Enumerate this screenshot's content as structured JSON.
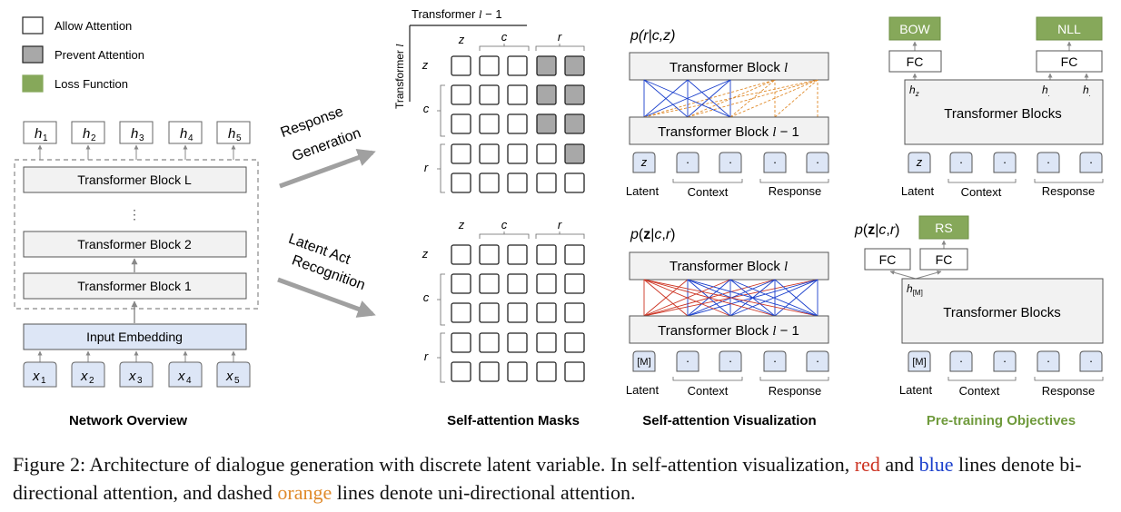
{
  "legend": {
    "allow": "Allow Attention",
    "prevent": "Prevent Attention",
    "loss": "Loss Function"
  },
  "network": {
    "outputs": [
      "h1",
      "h2",
      "h3",
      "h4",
      "h5"
    ],
    "inputs": [
      "x1",
      "x2",
      "x3",
      "x4",
      "x5"
    ],
    "block_top": "Transformer Block L",
    "dots": "⋮",
    "block_2": "Transformer Block 2",
    "block_1": "Transformer Block 1",
    "embedding": "Input Embedding",
    "title": "Network Overview"
  },
  "arrows": {
    "top": "Response Generation",
    "bottom": "Latent Act Recognition"
  },
  "masks": {
    "title": "Self-attention Masks",
    "axis_x": "Transformer l − 1",
    "axis_y": "Transformer l",
    "col_labels": [
      "z",
      "c",
      "r"
    ],
    "row_labels": [
      "z",
      "c",
      "r"
    ],
    "top_pattern": [
      [
        0,
        0,
        0,
        1,
        1
      ],
      [
        0,
        0,
        0,
        1,
        1
      ],
      [
        0,
        0,
        0,
        1,
        1
      ],
      [
        0,
        0,
        0,
        0,
        1
      ],
      [
        0,
        0,
        0,
        0,
        0
      ]
    ],
    "bottom_pattern": [
      [
        0,
        0,
        0,
        0,
        0
      ],
      [
        0,
        0,
        0,
        0,
        0
      ],
      [
        0,
        0,
        0,
        0,
        0
      ],
      [
        0,
        0,
        0,
        0,
        0
      ],
      [
        0,
        0,
        0,
        0,
        0
      ]
    ]
  },
  "vis": {
    "title": "Self-attention Visualization",
    "top_formula": "p(r|c,z)",
    "bottom_formula": "p(z|c,r)",
    "block_l": "Transformer Block l",
    "block_l1": "Transformer Block l − 1",
    "top_tokens": [
      "z",
      "·",
      "·",
      "·",
      "·"
    ],
    "bottom_tokens": [
      "[M]",
      "·",
      "·",
      "·",
      "·"
    ],
    "labels": {
      "latent": "Latent",
      "context": "Context",
      "response": "Response"
    }
  },
  "pretrain": {
    "title": "Pre-training Objectives",
    "bow": "BOW",
    "nll": "NLL",
    "rs": "RS",
    "fc": "FC",
    "blocks": "Transformer Blocks",
    "hz": "hz",
    "hdot1": "h.",
    "hdot2": "h.",
    "hm": "h[M]",
    "bottom_formula": "p(z|c,r)",
    "top_tokens": [
      "z",
      "·",
      "·",
      "·",
      "·"
    ],
    "bottom_tokens": [
      "[M]",
      "·",
      "·",
      "·",
      "·"
    ],
    "labels": {
      "latent": "Latent",
      "context": "Context",
      "response": "Response"
    }
  },
  "caption": {
    "p1": "Figure 2: Architecture of dialogue generation with discrete latent variable. In self-attention visualization, ",
    "red": "red",
    "p2": " and ",
    "blue": "blue",
    "p3": " lines denote bi-directional attention, and dashed ",
    "orange": "orange",
    "p4": " lines denote uni-directional attention."
  },
  "colors": {
    "block": "#f2f2f2",
    "embed": "#dde6f6",
    "token": "#dde6f6",
    "gray": "#a8a8a8",
    "loss": "#86a85a",
    "pretrain_title": "#6f9a3c",
    "red": "#cc3322",
    "blue": "#1a3fcc",
    "orange": "#e08a2a"
  }
}
